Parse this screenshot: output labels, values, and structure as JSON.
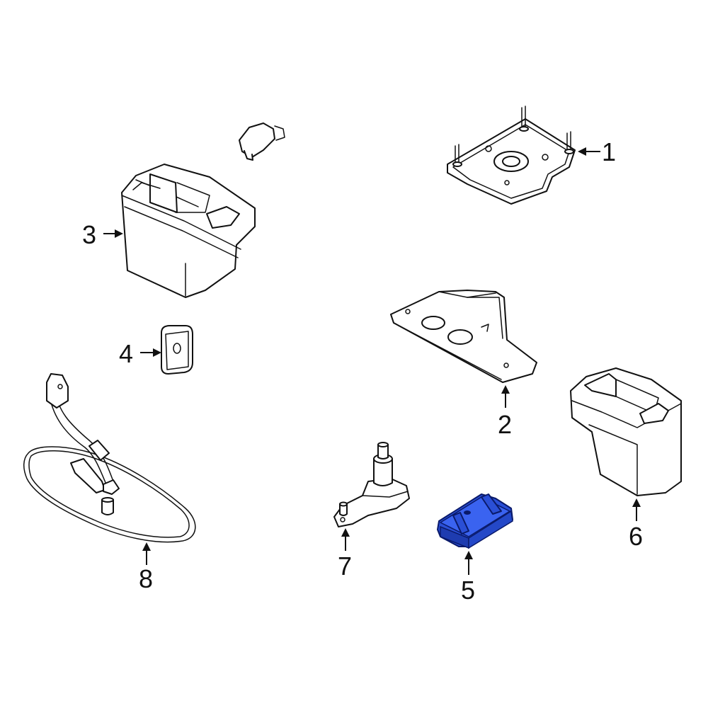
{
  "callouts": {
    "c1": "1",
    "c2": "2",
    "c3": "3",
    "c4": "4",
    "c5": "5",
    "c6": "6",
    "c7": "7",
    "c8": "8"
  },
  "highlighted_part": "5",
  "colors": {
    "highlight": "#2a4fd6",
    "line": "#111111",
    "background": "#ffffff"
  }
}
